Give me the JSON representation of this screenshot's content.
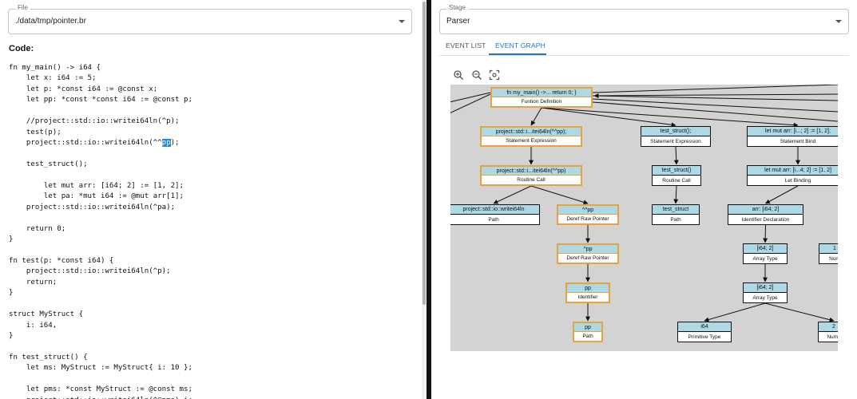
{
  "file_field": {
    "legend": "File",
    "value": "./data/tmp/pointer.br"
  },
  "code_title": "Code:",
  "code_lines": [
    "fn my_main() -> i64 {",
    "    let x: i64 := 5;",
    "    let p: *const i64 := @const x;",
    "    let pp: *const *const i64 := @const p;",
    "",
    "    //project::std::io::writei64ln(^p);",
    "    test(p);",
    "    project::std::io::writei64ln(^^pp);",
    "",
    "    test_struct();",
    "",
    "        let mut arr: [i64; 2] := [1, 2];",
    "        let pa: *mut i64 := @mut arr[1];",
    "    project::std::io::writei64ln(^pa);",
    "",
    "    return 0;",
    "}",
    "",
    "fn test(p: *const i64) {",
    "    project::std::io::writei64ln(^p);",
    "    return;",
    "}",
    "",
    "struct MyStruct {",
    "    i: i64,",
    "}",
    "",
    "fn test_struct() {",
    "    let ms: MyStruct := MyStruct{ i: 10 };",
    "",
    "    let pms: *const MyStruct := @const ms;",
    "    project::std::io::writei64ln(^@pms).i;"
  ],
  "selected_code": {
    "before": "    project::std::io::writei64ln(^^",
    "selected": "pp",
    "after": ");"
  },
  "stage_field": {
    "legend": "Stage",
    "value": "Parser"
  },
  "tabs": [
    {
      "label": "EVENT LIST",
      "active": false
    },
    {
      "label": "EVENT GRAPH",
      "active": true
    }
  ],
  "zoom_controls": {
    "zoom_in_icon": "zoom-in-icon",
    "zoom_out_icon": "zoom-out-icon",
    "fit_icon": "fit-screen-icon"
  },
  "colors": {
    "accent": "#1976d2",
    "node_header": "#add8e6",
    "node_highlight": "#e8a33c",
    "graph_bg": "#d3d3d3",
    "selection": "#1e88e5"
  },
  "graph": {
    "nodes": [
      {
        "id": "n_main",
        "title": "fn my_main() ->...     return 0; }",
        "subtitle": "Funtion Definition",
        "highlight": true
      },
      {
        "id": "n_stmt1",
        "title": "project::std::i...itei64ln(^^pp);",
        "subtitle": "Statement Expression",
        "highlight": true
      },
      {
        "id": "n_stmt2",
        "title": "test_struct();",
        "subtitle": "Statement Expression",
        "highlight": false
      },
      {
        "id": "n_stmt3",
        "title": "let mut arr: [i...; 2] := [1, 2];",
        "subtitle": "Statement Bind",
        "highlight": false
      },
      {
        "id": "n_call1",
        "title": "project::std::i...itei64ln(^^pp)",
        "subtitle": "Routine Call",
        "highlight": true
      },
      {
        "id": "n_call2",
        "title": "test_struct()",
        "subtitle": "Routine Call",
        "highlight": false
      },
      {
        "id": "n_let",
        "title": "let mut arr: [i...4; 2] := [1, 2]",
        "subtitle": "Let Binding",
        "highlight": false
      },
      {
        "id": "n_path1",
        "title": "project::std::io::writei64ln",
        "subtitle": "Path",
        "highlight": false
      },
      {
        "id": "n_deref1",
        "title": "^^pp",
        "subtitle": "Deref Raw Pointer",
        "highlight": true
      },
      {
        "id": "n_path2",
        "title": "test_struct",
        "subtitle": "Path",
        "highlight": false
      },
      {
        "id": "n_ident",
        "title": "arr: [i64; 2]",
        "subtitle": "Identifier Declaration",
        "highlight": false
      },
      {
        "id": "n_deref2",
        "title": "^pp",
        "subtitle": "Deref Raw Pointer",
        "highlight": true
      },
      {
        "id": "n_arr1",
        "title": "[i64; 2]",
        "subtitle": "Array Type",
        "highlight": false
      },
      {
        "id": "n_num1",
        "title": "1",
        "subtitle": "Num",
        "highlight": false
      },
      {
        "id": "n_pp_ident",
        "title": "pp",
        "subtitle": "Identifier",
        "highlight": true
      },
      {
        "id": "n_arr2",
        "title": "[i64; 2]",
        "subtitle": "Array Type",
        "highlight": false
      },
      {
        "id": "n_pp_path",
        "title": "pp",
        "subtitle": "Path",
        "highlight": true
      },
      {
        "id": "n_i64",
        "title": "i64",
        "subtitle": "Primitive Type",
        "highlight": false
      },
      {
        "id": "n_num2",
        "title": "2",
        "subtitle": "Numb",
        "highlight": false
      }
    ],
    "edges": [
      [
        "n_main",
        "n_stmt1"
      ],
      [
        "n_main",
        "n_stmt2"
      ],
      [
        "n_main",
        "n_stmt3"
      ],
      [
        "n_stmt1",
        "n_call1"
      ],
      [
        "n_stmt2",
        "n_call2"
      ],
      [
        "n_stmt3",
        "n_let"
      ],
      [
        "n_call1",
        "n_path1"
      ],
      [
        "n_call1",
        "n_deref1"
      ],
      [
        "n_call2",
        "n_path2"
      ],
      [
        "n_let",
        "n_ident"
      ],
      [
        "n_deref1",
        "n_deref2"
      ],
      [
        "n_ident",
        "n_arr1"
      ],
      [
        "n_deref2",
        "n_pp_ident"
      ],
      [
        "n_arr1",
        "n_arr2"
      ],
      [
        "n_pp_ident",
        "n_pp_path"
      ],
      [
        "n_arr2",
        "n_i64"
      ],
      [
        "n_arr2",
        "n_num2"
      ]
    ]
  }
}
